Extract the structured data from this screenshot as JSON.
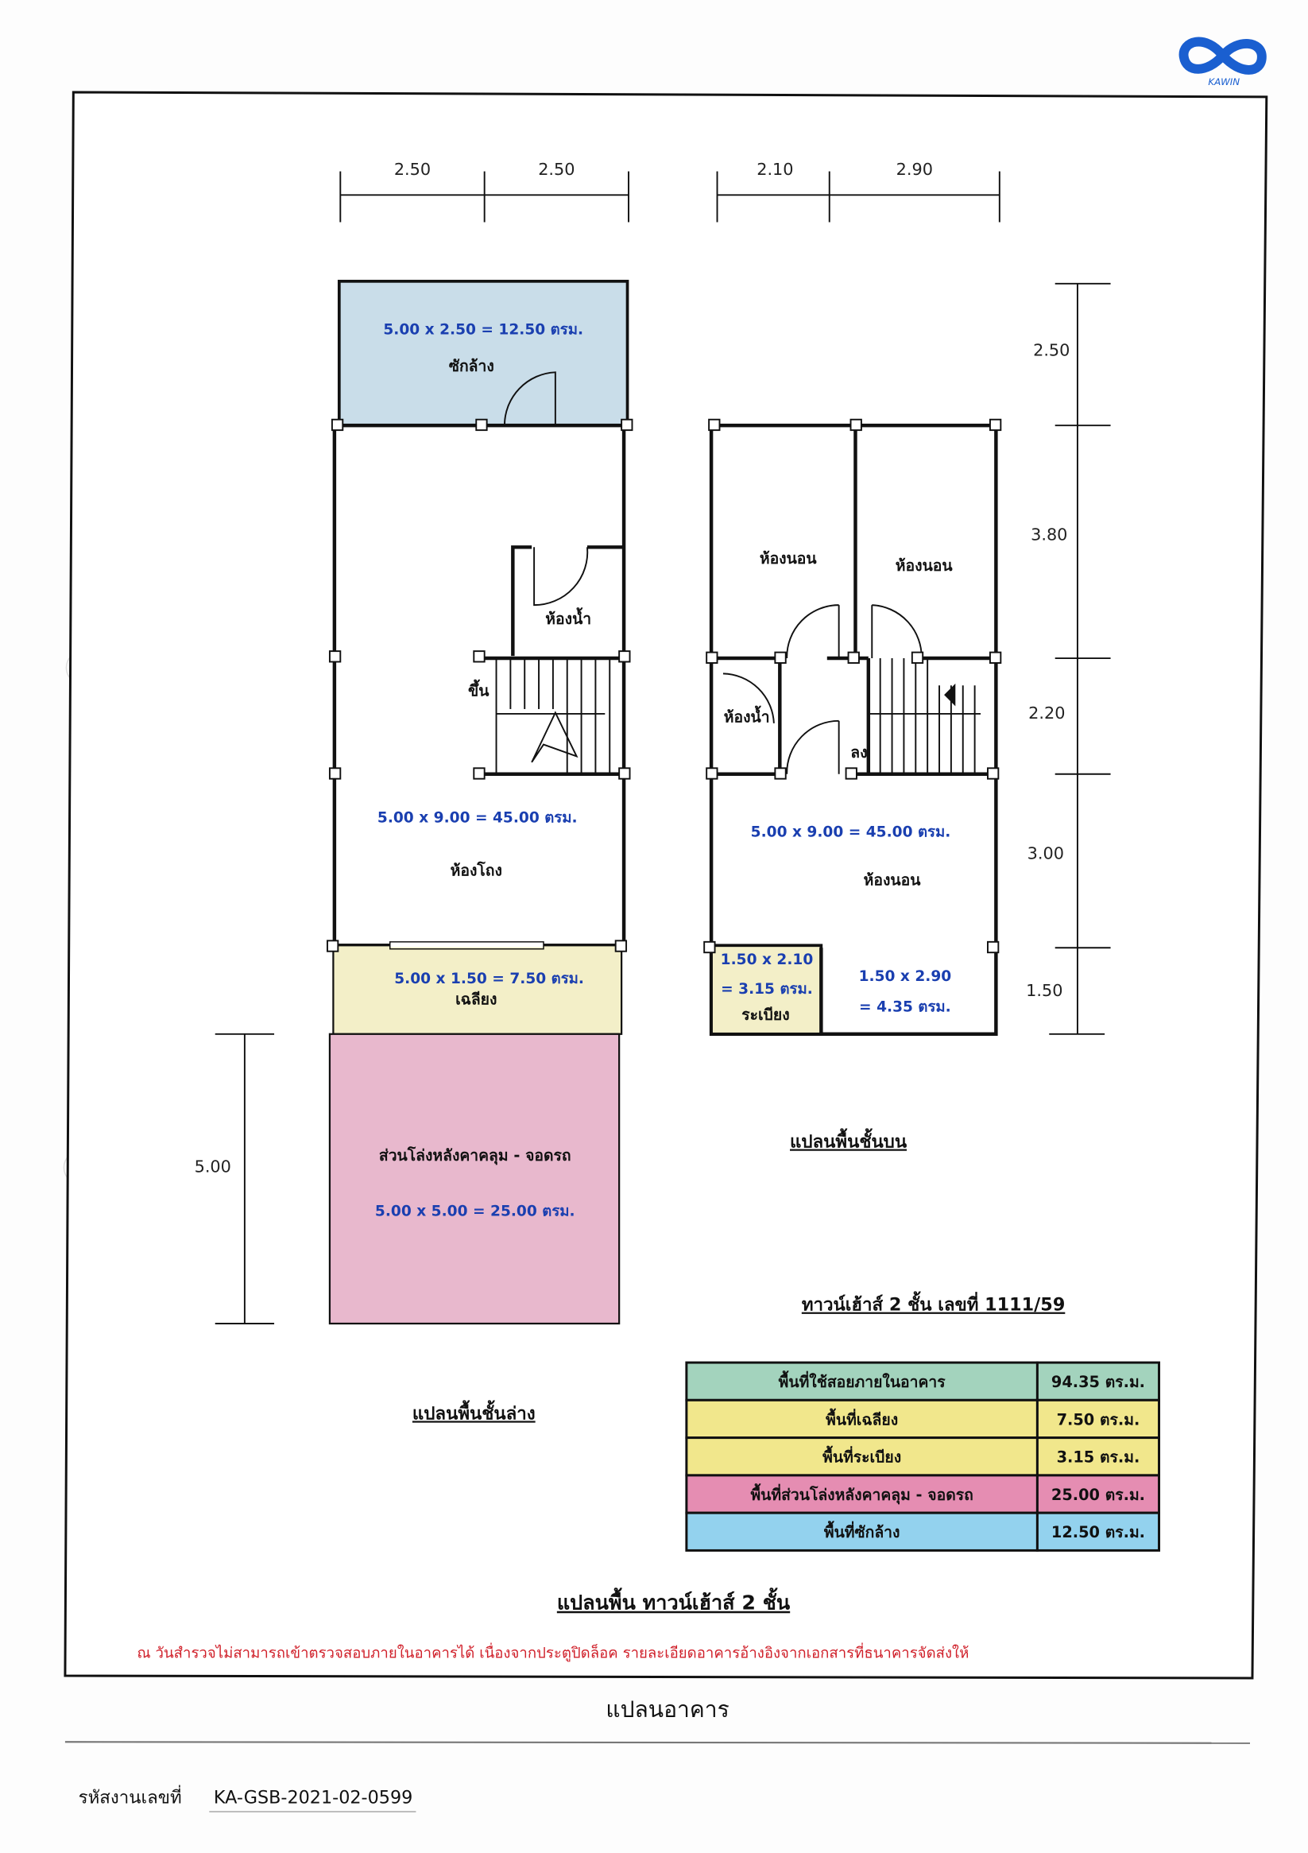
{
  "logo": {
    "text": "KAWIN",
    "color": "#1a5fd0"
  },
  "ground_floor": {
    "top_dims": [
      "2.50",
      "2.50"
    ],
    "side_dim": "5.00",
    "wash_area": "5.00 x 2.50 = 12.50 ตรม.",
    "wash_label": "ซักล้าง",
    "bathroom": "ห้องน้ำ",
    "stairs_up": "ขึ้น",
    "hall_area": "5.00 x 9.00 = 45.00 ตรม.",
    "hall_label": "ห้องโถง",
    "porch_area": "5.00 x 1.50 = 7.50 ตรม.",
    "porch_label": "เฉลียง",
    "parking_label": "ส่วนโล่งหลังคาคลุม - จอดรถ",
    "parking_area": "5.00 x 5.00 = 25.00 ตรม.",
    "title": "แปลนพื้นชั้นล่าง"
  },
  "upper_floor": {
    "top_dims": [
      "2.10",
      "2.90"
    ],
    "side_dims": [
      "2.50",
      "3.80",
      "2.20",
      "3.00",
      "1.50"
    ],
    "bedroom1": "ห้องนอน",
    "bedroom2": "ห้องนอน",
    "bathroom": "ห้องน้ำ",
    "stairs_down": "ลง",
    "main_area": "5.00 x 9.00 = 45.00 ตรม.",
    "bedroom3": "ห้องนอน",
    "balcony_dim": "1.50 x 2.10",
    "balcony_area": "= 3.15 ตรม.",
    "balcony_label": "ระเบียง",
    "small_dim": "1.50 x 2.90",
    "small_area": "= 4.35 ตรม.",
    "title": "แปลนพื้นชั้นบน"
  },
  "house_title": "ทาวน์เฮ้าส์ 2 ชั้น เลขที่ 1111/59",
  "area_table": [
    {
      "label": "พื้นที่ใช้สอยภายในอาคาร",
      "value": "94.35 ตร.ม.",
      "color": "#a3d3bd"
    },
    {
      "label": "พื้นที่เฉลียง",
      "value": "7.50 ตร.ม.",
      "color": "#f1e78c"
    },
    {
      "label": "พื้นที่ระเบียง",
      "value": "3.15 ตร.ม.",
      "color": "#f1e78c"
    },
    {
      "label": "พื้นที่ส่วนโล่งหลังคาคลุม - จอดรถ",
      "value": "25.00 ตร.ม.",
      "color": "#e58db2"
    },
    {
      "label": "พื้นที่ซักล้าง",
      "value": "12.50 ตร.ม.",
      "color": "#93d2ee"
    }
  ],
  "plan_title": "แปลนพื้น ทาวน์เฮ้าส์ 2 ชั้น",
  "note": "ณ วันสำรวจไม่สามารถเข้าตรวจสอบภายในอาคารได้ เนื่องจากประตูปิดล็อค รายละเอียดอาคารอ้างอิงจากเอกสารที่ธนาคารจัดส่งให้",
  "section_title": "แปลนอาคาร",
  "footer": {
    "code_label": "รหัสงานเลขที่",
    "code_value": "KA-GSB-2021-02-0599"
  }
}
